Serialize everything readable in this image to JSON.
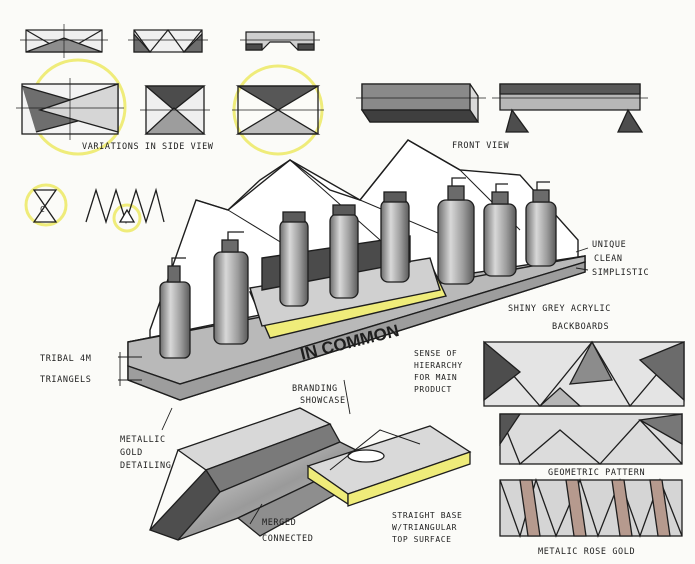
{
  "labels": {
    "variations": "VARIATIONS IN SIDE VIEW",
    "front_view": "FRONT VIEW",
    "unique_clean_simplistic": [
      "UNIQUE",
      "CLEAN",
      "SIMPLISTIC"
    ],
    "shiny_grey_acrylic": [
      "SHINY GREY ACRYLIC",
      "BACKBOARDS"
    ],
    "tribal": "TRIBAL 4m",
    "triangels": "TRIANGELS",
    "in_common": "IN COMMON",
    "branding_showcase": [
      "BRANDING",
      "SHOWCASE"
    ],
    "sense_of_hierarchy": [
      "SENSE OF",
      "HIERARCHY",
      "FOR MAIN",
      "PRODUCT"
    ],
    "metallic_gold": [
      "METALLIC",
      "GOLD",
      "DETAILING"
    ],
    "merged_connected": [
      "MERGED",
      "CONNECTED"
    ],
    "straight_base": [
      "STRAIGHT BASE",
      "W/TRIANGULAR",
      "TOP SURFACE"
    ],
    "geometric_pattern": "GEOMETRIC PATTERN",
    "metallic_rose_gold": "METALIC ROSE GOLD"
  },
  "colors": {
    "ink": "#1e1e1e",
    "grey_light": "#cfcfcf",
    "grey_mid": "#9a9a9a",
    "grey_dark": "#555555",
    "yellow": "#efec7a",
    "rose": "#b69a8e"
  }
}
